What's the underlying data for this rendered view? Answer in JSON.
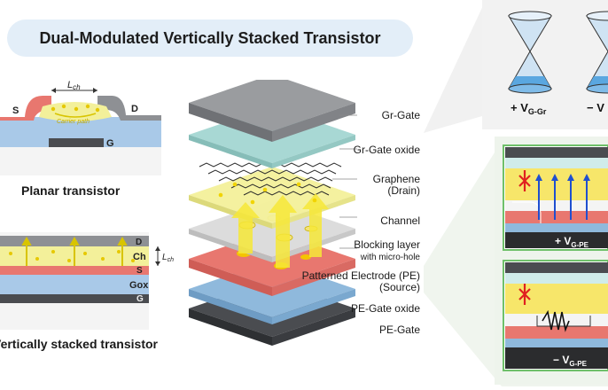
{
  "title": "Dual-Modulated Vertically Stacked Transistor",
  "planar": {
    "caption": "Planar transistor",
    "source": "S",
    "drain": "D",
    "gate": "G",
    "channel_length": "L",
    "channel_length_sub": "ch",
    "carrier_path": "Carrier path"
  },
  "vertical": {
    "caption": "Vertically stacked transistor",
    "drain": "D",
    "channel": "Ch",
    "source": "S",
    "gate_oxide": "Gox",
    "gate": "G",
    "channel_length": "L",
    "channel_length_sub": "ch"
  },
  "stack": {
    "layers": [
      {
        "label": "Gr-Gate",
        "sub": ""
      },
      {
        "label": "Gr-Gate oxide",
        "sub": ""
      },
      {
        "label": "Graphene",
        "sub": "(Drain)"
      },
      {
        "label": "Channel",
        "sub": ""
      },
      {
        "label": "Blocking layer",
        "sub": "with micro-hole"
      },
      {
        "label": "Patterned Electrode (PE)",
        "sub": "(Source)"
      },
      {
        "label": "PE-Gate oxide",
        "sub": ""
      },
      {
        "label": "PE-Gate",
        "sub": ""
      }
    ]
  },
  "cones": {
    "plus_label": "+ V",
    "plus_sub": "G-Gr",
    "minus_label": "− V"
  },
  "panels": {
    "top_label": "+ V",
    "top_sub": "G-PE",
    "bottom_label": "− V",
    "bottom_sub": "G-PE"
  },
  "colors": {
    "title_bg": "#e3eef8",
    "gate_dark": "#4a4c50",
    "gate_gray": "#8e9094",
    "gate_oxide_teal": "#a8d8d4",
    "channel_yellow": "#f3f09a",
    "blocking_gray": "#dcdcdc",
    "electrode_red": "#e8776f",
    "pe_oxide_blue": "#8fb9dc",
    "arrow_yellow": "#f7e838",
    "cross_red": "#e02020",
    "panel_border": "#6fc06a"
  }
}
